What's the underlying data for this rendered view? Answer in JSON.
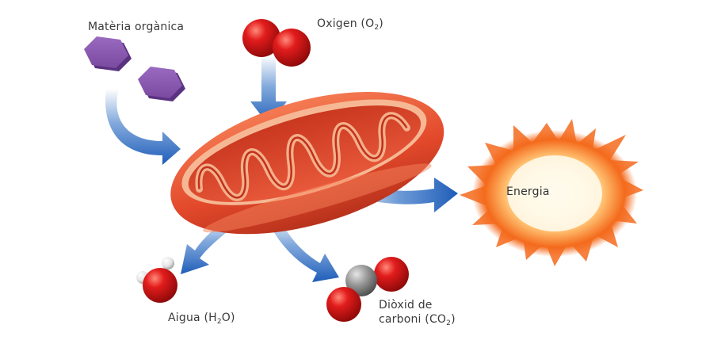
{
  "labels": {
    "organic_matter": "Matèria orgànica",
    "oxygen_prefix": "Oxigen (O",
    "oxygen_sub": "2",
    "oxygen_suffix": ")",
    "energy": "Energia",
    "water_prefix": "Aigua (H",
    "water_sub": "2",
    "water_suffix": "O)",
    "co2_line1": "Diòxid de",
    "co2_line2_prefix": "carboni (CO",
    "co2_line2_sub": "2",
    "co2_line2_suffix": ")"
  },
  "colors": {
    "mitochondrion_outer": "#e8502c",
    "mitochondrion_inner": "#f3b08a",
    "hexagon": "#8a5ab0",
    "arrow": "#2e6fc4",
    "oxygen_atom": "#d01818",
    "hydrogen_atom": "#e8e8e8",
    "carbon_atom": "#8c8c8c",
    "energy_core": "#fff2c0",
    "energy_glow": "#f46a1c"
  },
  "icons": [
    "hexagon-molecule",
    "oxygen-molecule",
    "water-molecule",
    "co2-molecule",
    "energy-burst",
    "mitochondrion"
  ]
}
